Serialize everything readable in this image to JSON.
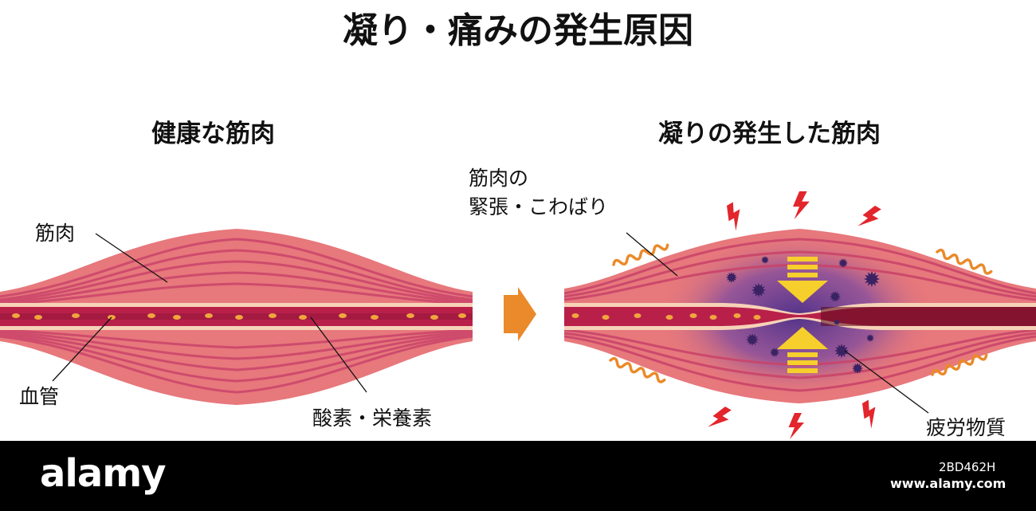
{
  "title": "凝り・痛みの発生原因",
  "healthy": {
    "heading": "健康な筋肉",
    "label_muscle": "筋肉",
    "label_vessel": "血管",
    "label_nutrients": "酸素・栄養素"
  },
  "stiff": {
    "heading": "凝りの発生した筋肉",
    "label_tension_line1": "筋肉の",
    "label_tension_line2": "緊張・こわばり",
    "label_fatigue": "疲労物質"
  },
  "watermark": {
    "brand": "alamy",
    "image_id": "2BD462H",
    "site": "www.alamy.com"
  },
  "colors": {
    "muscle": "#e7787c",
    "muscle_stripe": "#c9446a",
    "vessel": "#b8204a",
    "vessel_border": "#f6d2b8",
    "nutrient": "#f0a63c",
    "arrow": "#ea8a2a",
    "stiff_core": "#5b3d99",
    "compress_arrow": "#f6cf2c",
    "pain_mark": "#e2262c",
    "wave": "#ea8a2a"
  }
}
